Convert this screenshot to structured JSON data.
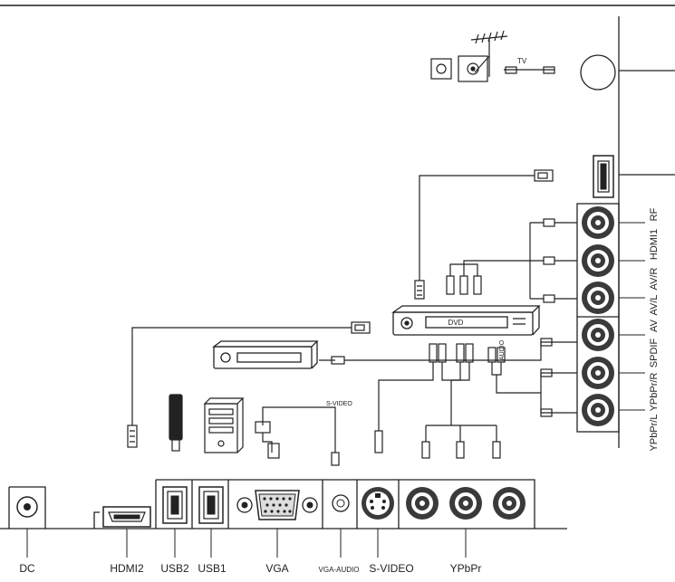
{
  "rear_labels": {
    "rf": "RF",
    "hdmi1": "HDMI1",
    "av_r": "AV/R",
    "av_l": "AV/L",
    "av": "AV",
    "spdif": "SPDIF",
    "ypbpr_r": "YPbPr/R",
    "ypbpr_l": "YPbPr/L"
  },
  "bottom_labels": {
    "dc": "DC",
    "hdmi2": "HDMI2",
    "usb2": "USB2",
    "usb1": "USB1",
    "vga": "VGA",
    "vga_audio": "VGA-AUDIO",
    "s_video": "S-VIDEO",
    "ypbpr": "YPbPr"
  },
  "annotations": {
    "tv": "TV",
    "dvd": "DVD",
    "s_video_cable": "S-VIDEO",
    "audio": "AUDIO"
  },
  "colors": {
    "line": "#222222",
    "jack_fill": "#3a3a3a",
    "panel_bg": "#ffffff"
  }
}
